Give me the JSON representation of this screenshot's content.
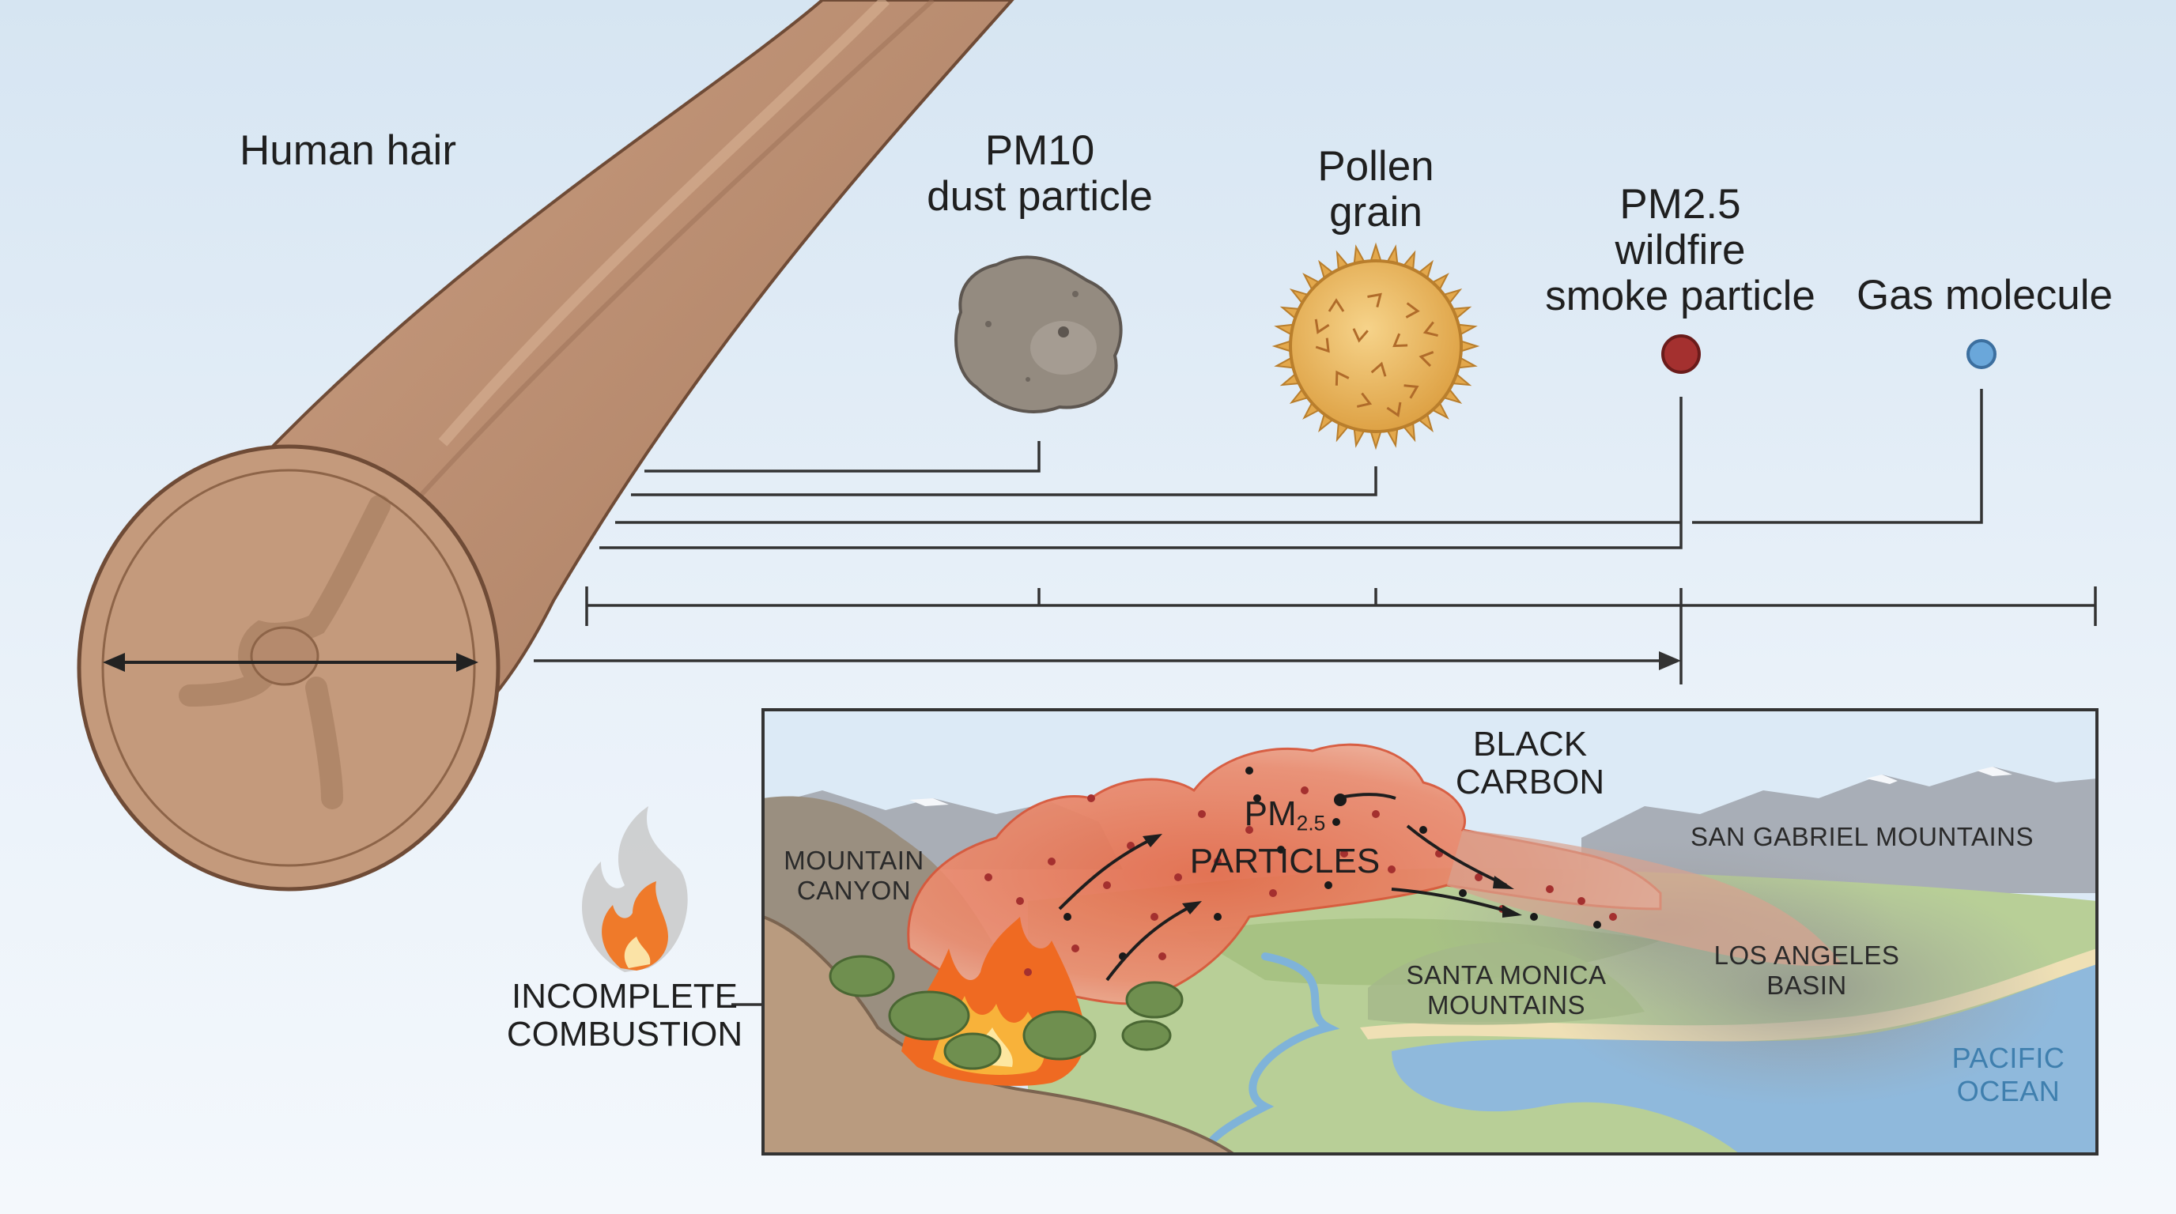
{
  "scale_labels": {
    "hair": "Human hair",
    "pm10": [
      "PM10",
      "dust particle"
    ],
    "pollen": [
      "Pollen",
      "grain"
    ],
    "pm25": [
      "PM2.5",
      "wildfire",
      "smoke particle"
    ],
    "gas": "Gas molecule"
  },
  "scene_labels": {
    "combustion": [
      "INCOMPLETE",
      "COMBUSTION"
    ],
    "canyon": [
      "MOUNTAIN",
      "CANYON"
    ],
    "black_carbon": [
      "BLACK",
      "CARBON"
    ],
    "pm_particles_main": "PM",
    "pm_particles_sub": "2.5",
    "pm_particles_word": "PARTICLES",
    "san_gabriel": "SAN GABRIEL MOUNTAINS",
    "santa_monica": [
      "SANTA MONICA",
      "MOUNTAINS"
    ],
    "la_basin": [
      "LOS ANGELES",
      "BASIN"
    ],
    "ocean": [
      "PACIFIC",
      "OCEAN"
    ]
  },
  "icons": [
    "hair-cross-section-icon",
    "dust-particle-icon",
    "pollen-grain-icon",
    "smoke-particle-icon",
    "gas-molecule-icon",
    "flame-icon"
  ],
  "colors": {
    "hair": "#b98b6d",
    "dust": "#8d8579",
    "pollen": "#eab657",
    "smoke_particle": "#a4302f",
    "gas_molecule": "#6aa7da",
    "smoke_plume": "#e47a5a",
    "ocean": "#8fb9dc"
  }
}
